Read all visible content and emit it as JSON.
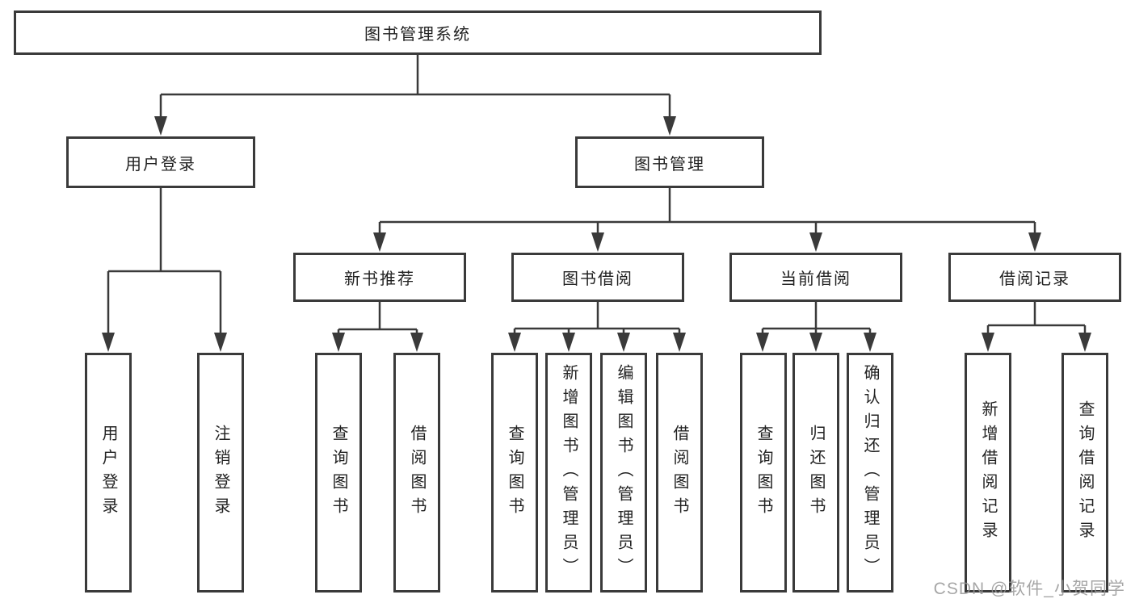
{
  "diagram": {
    "root": {
      "label": "图书管理系统"
    },
    "level2": [
      {
        "id": "user-login",
        "label": "用户登录"
      },
      {
        "id": "book-management",
        "label": "图书管理"
      }
    ],
    "level3": [
      {
        "id": "new-book-recommend",
        "parent": "图书管理",
        "label": "新书推荐"
      },
      {
        "id": "book-borrowing",
        "parent": "图书管理",
        "label": "图书借阅"
      },
      {
        "id": "current-borrowing",
        "parent": "图书管理",
        "label": "当前借阅"
      },
      {
        "id": "borrowing-records",
        "parent": "图书管理",
        "label": "借阅记录"
      }
    ],
    "leaves": [
      {
        "parent": "用户登录",
        "label": "用户登录"
      },
      {
        "parent": "用户登录",
        "label": "注销登录"
      },
      {
        "parent": "新书推荐",
        "label": "查询图书"
      },
      {
        "parent": "新书推荐",
        "label": "借阅图书"
      },
      {
        "parent": "图书借阅",
        "label": "查询图书"
      },
      {
        "parent": "图书借阅",
        "label": "新增图书（管理员）"
      },
      {
        "parent": "图书借阅",
        "label": "编辑图书（管理员）"
      },
      {
        "parent": "图书借阅",
        "label": "借阅图书"
      },
      {
        "parent": "当前借阅",
        "label": "查询图书"
      },
      {
        "parent": "当前借阅",
        "label": "归还图书"
      },
      {
        "parent": "当前借阅",
        "label": "确认归还（管理员）"
      },
      {
        "parent": "借阅记录",
        "label": "新增借阅记录"
      },
      {
        "parent": "借阅记录",
        "label": "查询借阅记录"
      }
    ]
  },
  "watermark": {
    "text": "CSDN @软件_小贺同学"
  },
  "colors": {
    "background": "#ffffff",
    "box_border": "#3a3a3a",
    "connector": "#3a3a3a",
    "text": "#222222",
    "watermark": "#969696"
  }
}
